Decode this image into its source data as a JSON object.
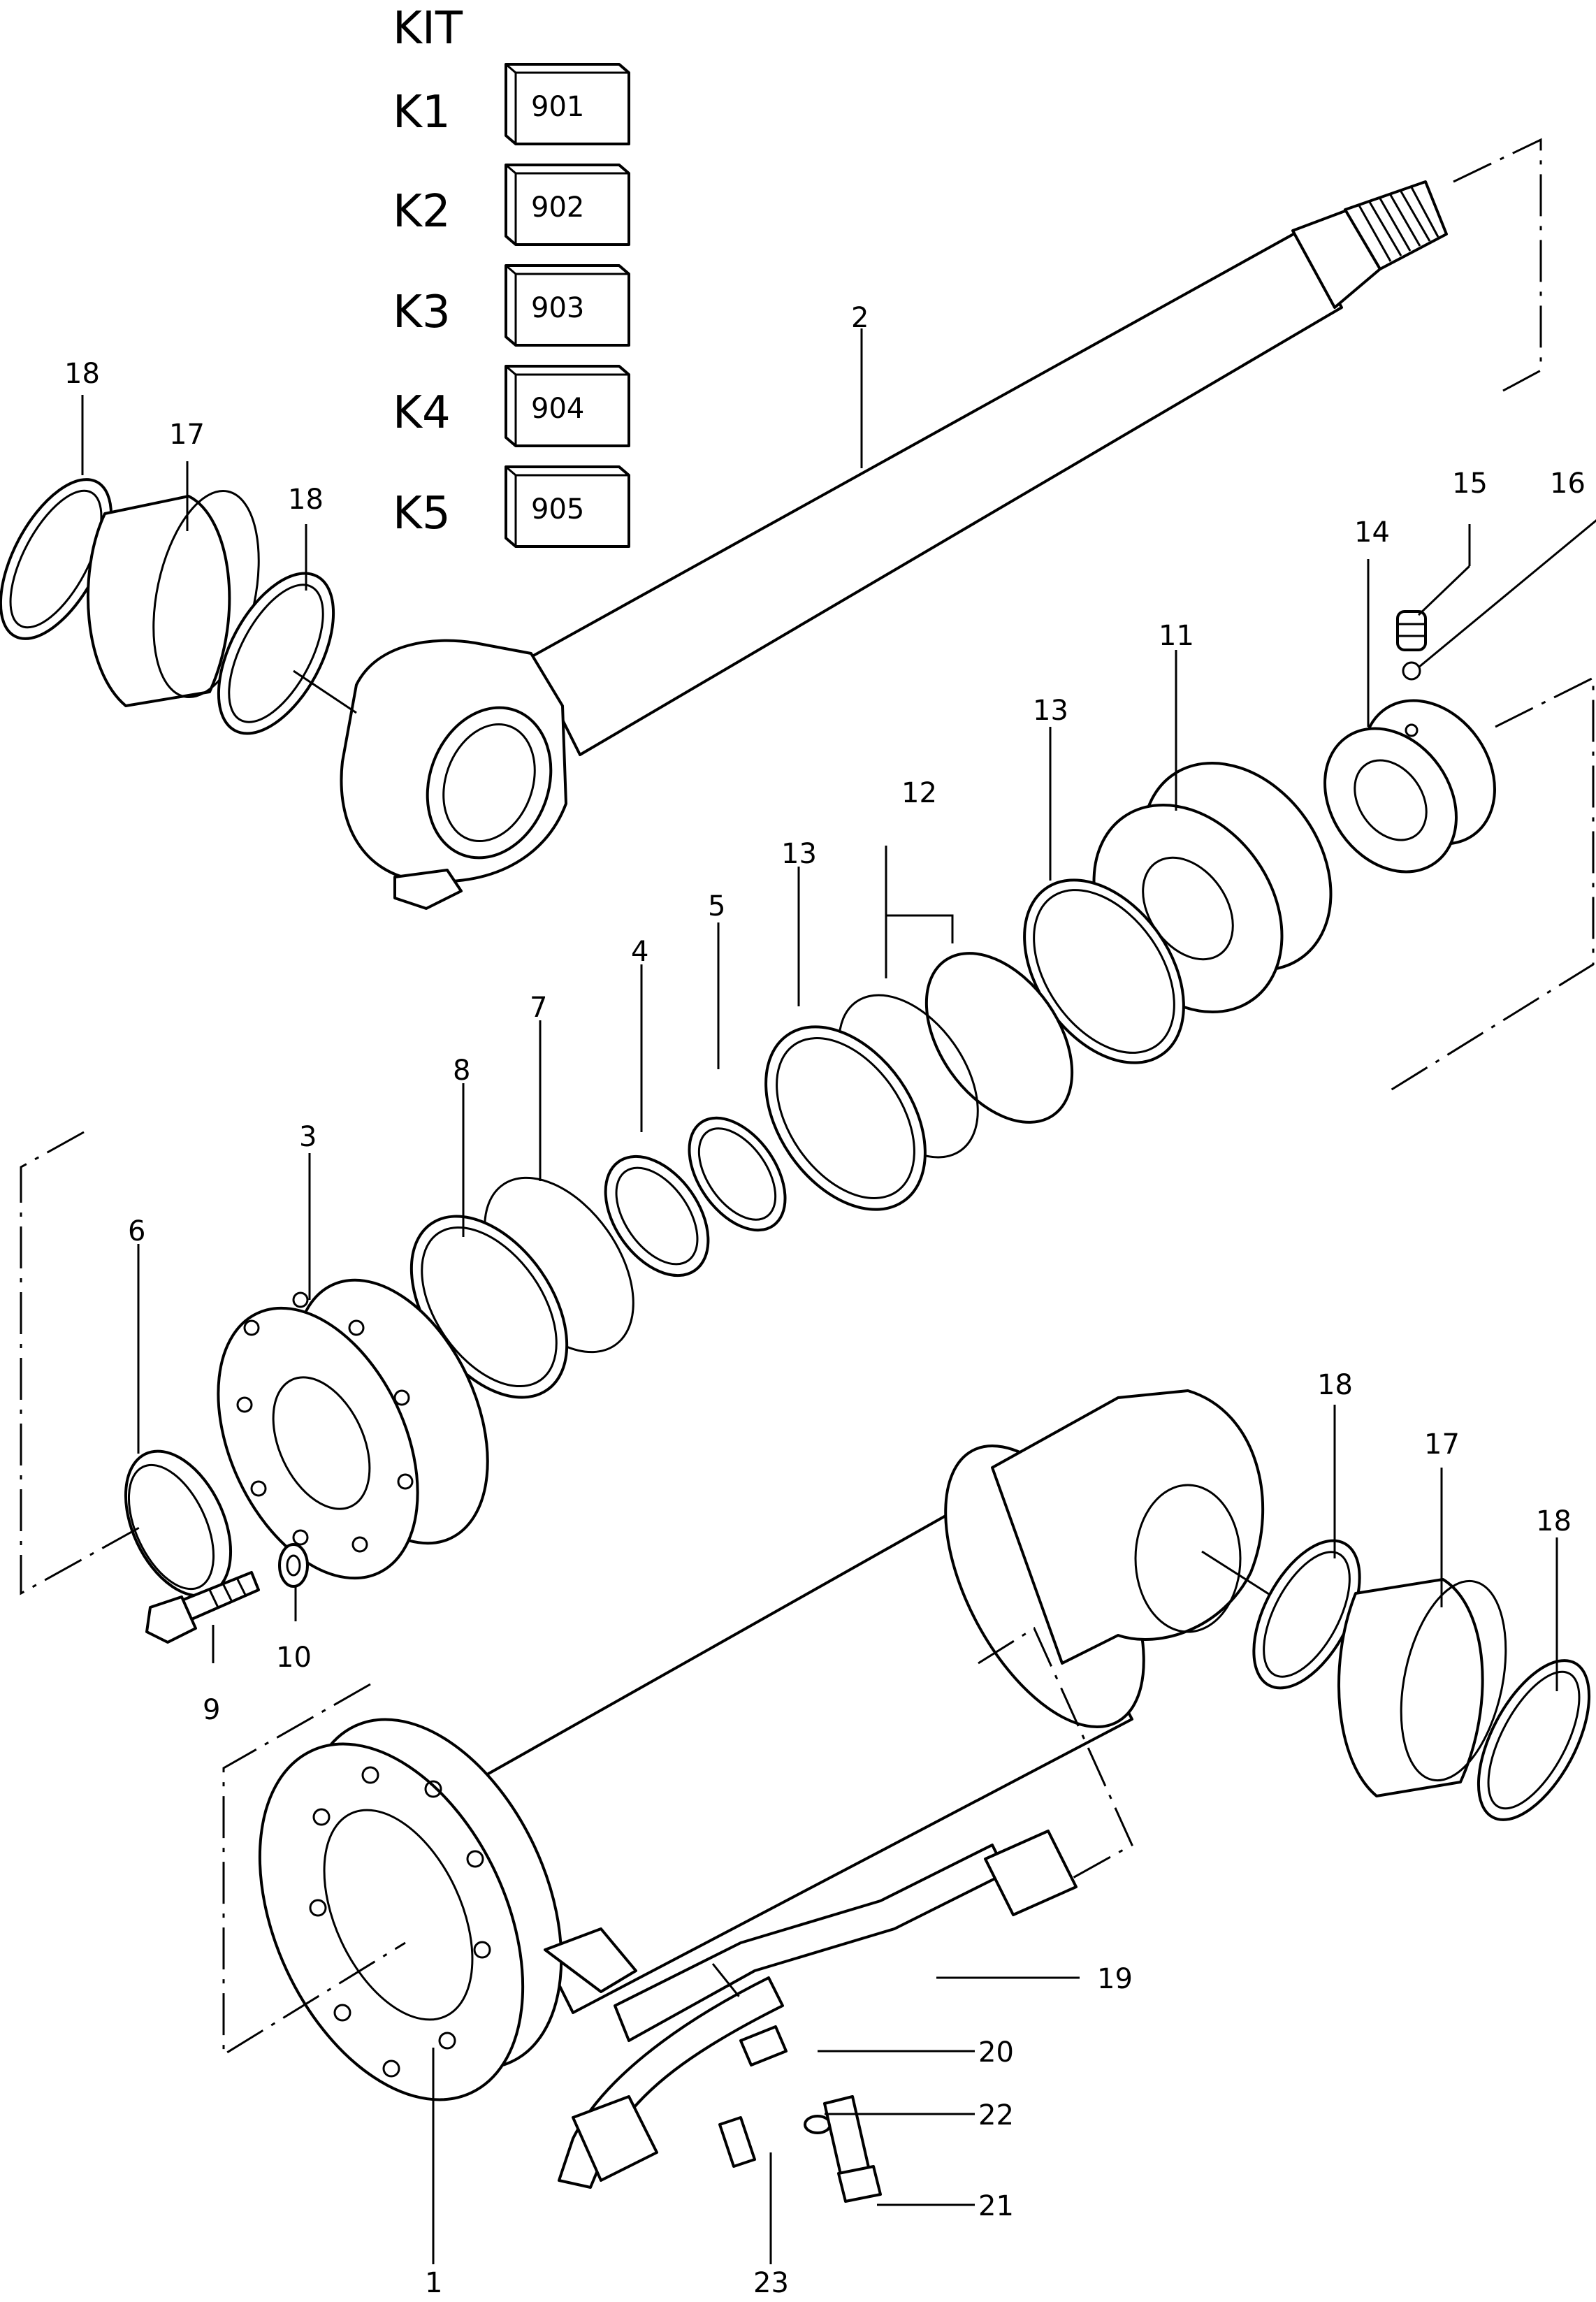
{
  "kit": {
    "title": "KIT",
    "items": [
      {
        "label": "K1",
        "code": "901"
      },
      {
        "label": "K2",
        "code": "902"
      },
      {
        "label": "K3",
        "code": "903"
      },
      {
        "label": "K4",
        "code": "904"
      },
      {
        "label": "K5",
        "code": "905"
      }
    ]
  },
  "callouts": {
    "c1": "1",
    "c2": "2",
    "c3": "3",
    "c4": "4",
    "c5": "5",
    "c6": "6",
    "c7": "7",
    "c8": "8",
    "c9": "9",
    "c10": "10",
    "c11": "11",
    "c12": "12",
    "c13a": "13",
    "c13b": "13",
    "c14": "14",
    "c15": "15",
    "c16": "16",
    "c17a": "17",
    "c17b": "17",
    "c18a": "18",
    "c18b": "18",
    "c18c": "18",
    "c18d": "18",
    "c19": "19",
    "c20": "20",
    "c21": "21",
    "c22": "22",
    "c23": "23"
  }
}
